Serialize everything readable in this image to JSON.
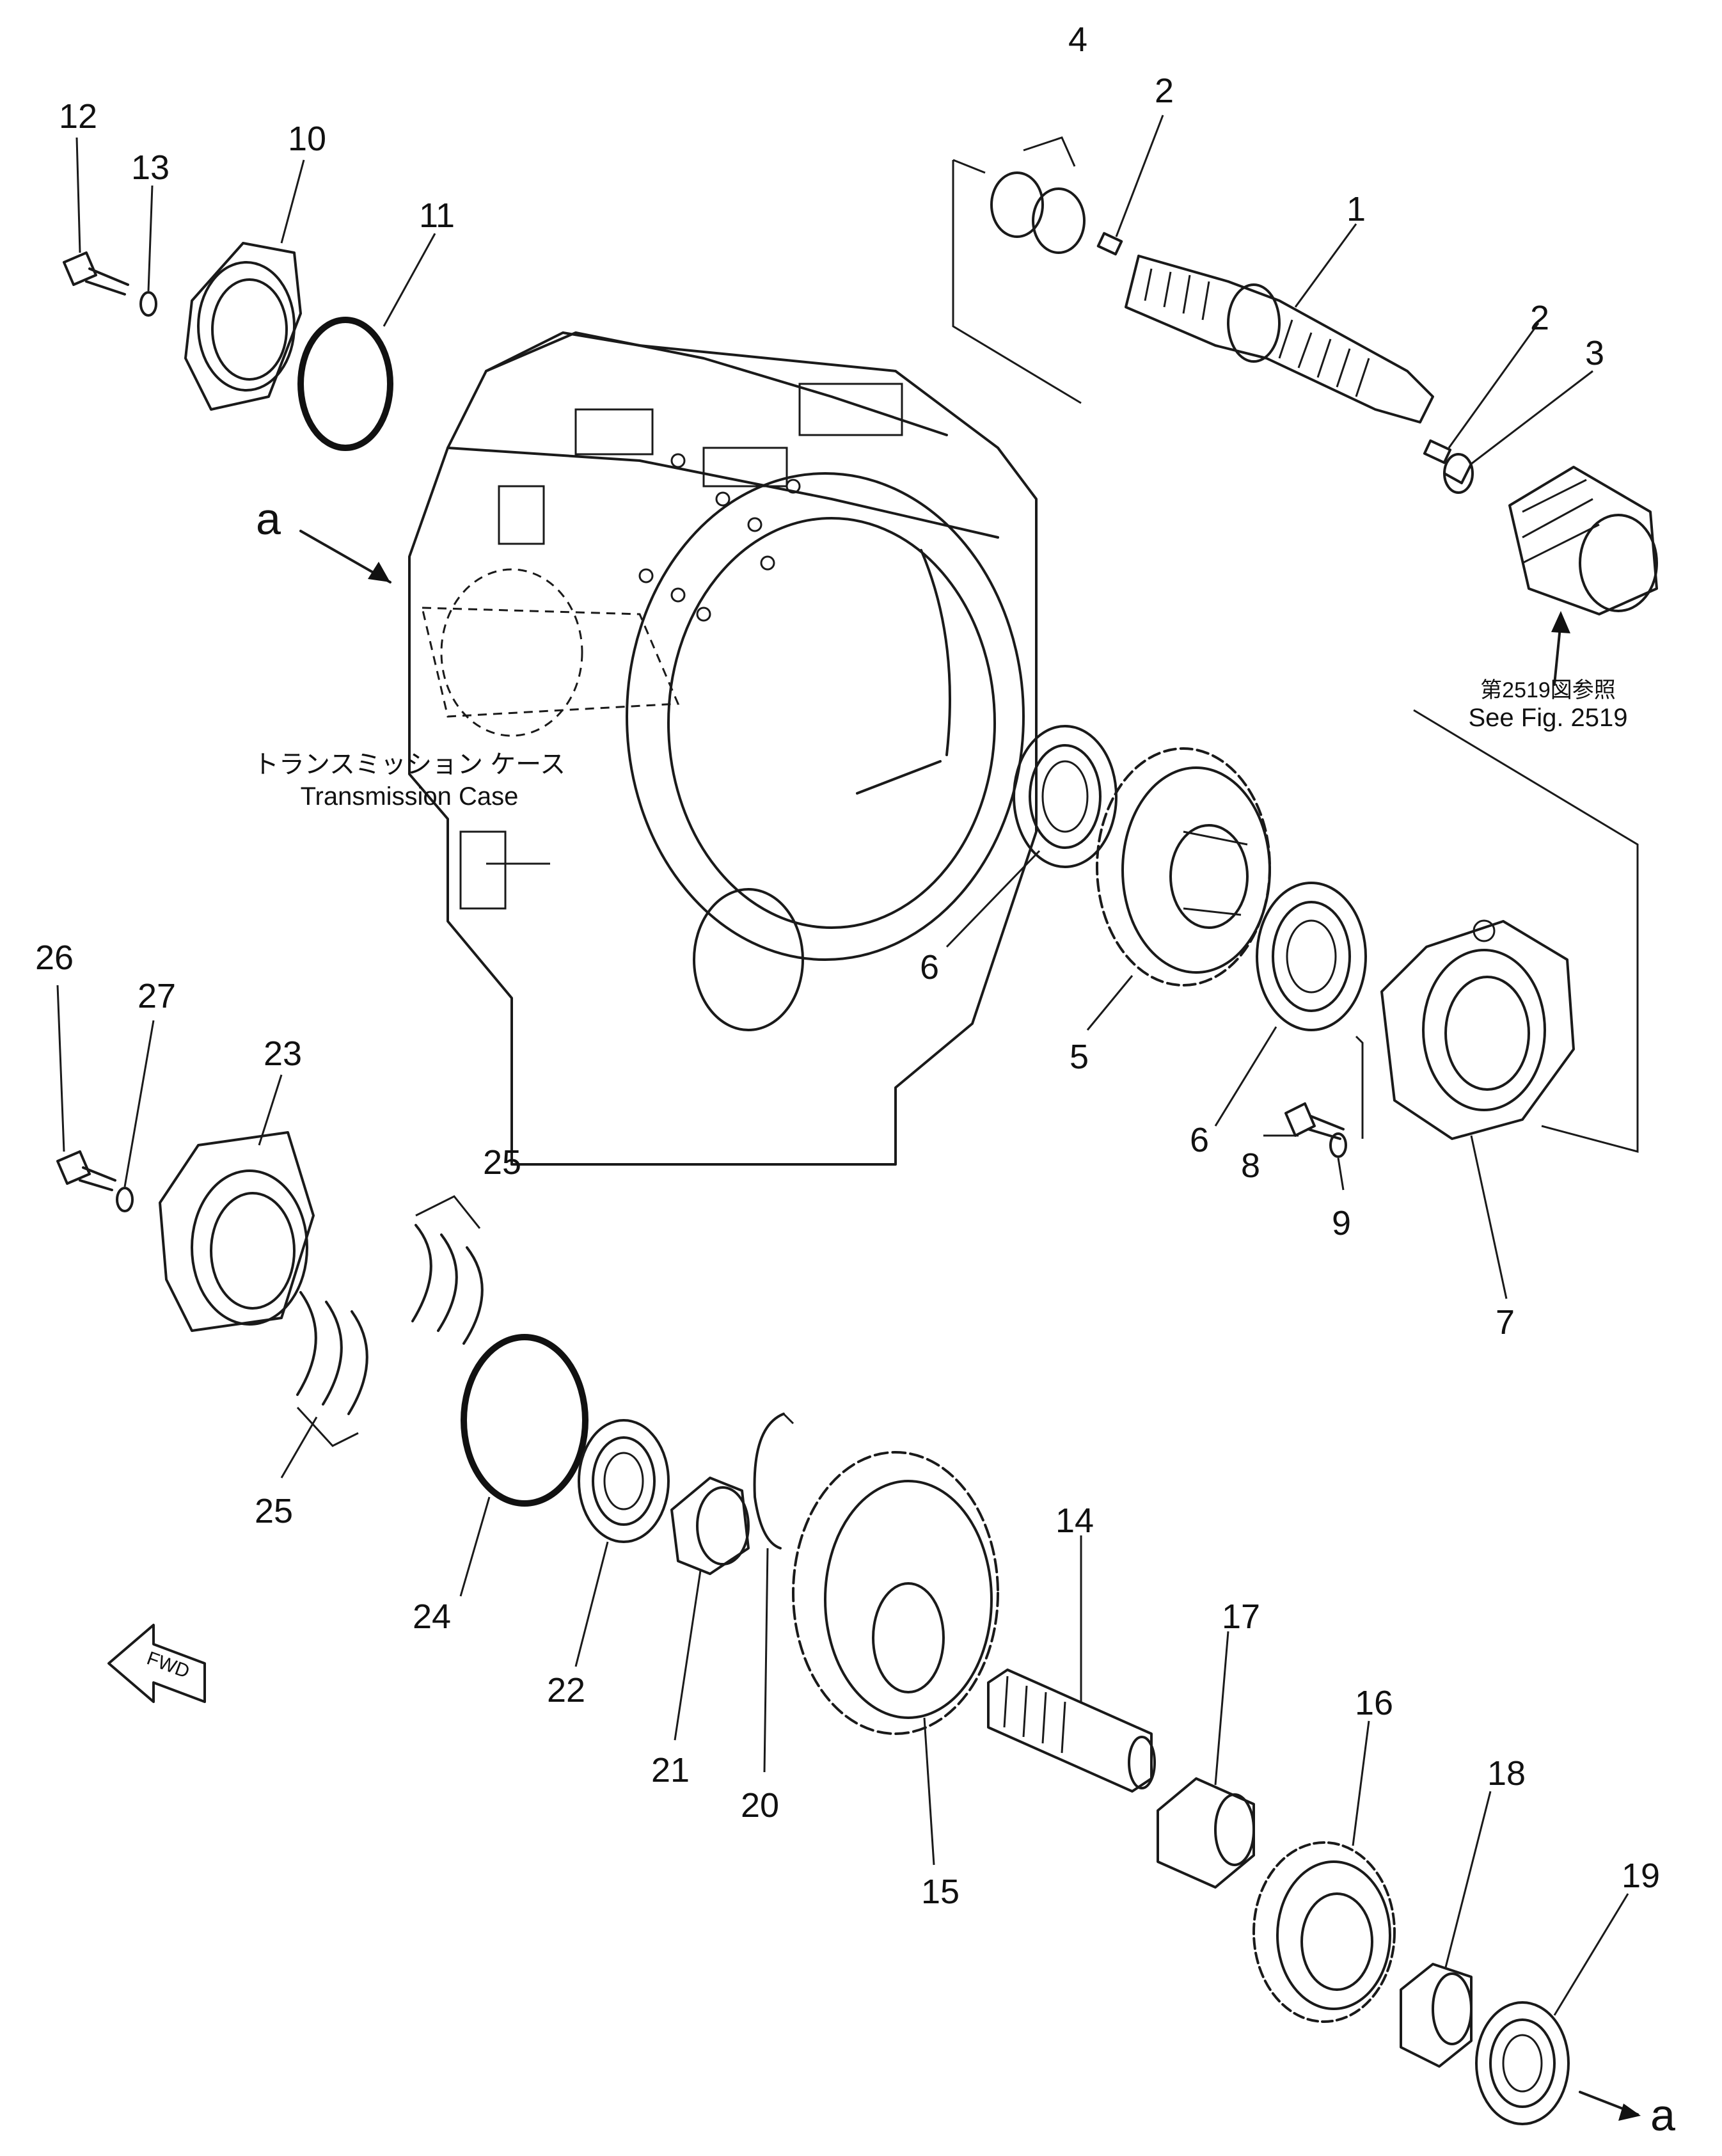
{
  "case": {
    "label_jp": "トランスミッション ケース",
    "label_en": "Transmission Case"
  },
  "reference": {
    "jp": "第2519図参照",
    "en": "See Fig. 2519"
  },
  "fwd_label": "FWD",
  "arrow_marker": "a",
  "callouts": {
    "p1": "1",
    "p2a": "2",
    "p2b": "2",
    "p3": "3",
    "p4": "4",
    "p5": "5",
    "p6a": "6",
    "p6b": "6",
    "p7": "7",
    "p8": "8",
    "p9": "9",
    "p10": "10",
    "p11": "11",
    "p12": "12",
    "p13": "13",
    "p14": "14",
    "p15": "15",
    "p16": "16",
    "p17": "17",
    "p18": "18",
    "p19": "19",
    "p20": "20",
    "p21": "21",
    "p22": "22",
    "p23": "23",
    "p24": "24",
    "p25a": "25",
    "p25b": "25",
    "p26": "26",
    "p27": "27"
  }
}
